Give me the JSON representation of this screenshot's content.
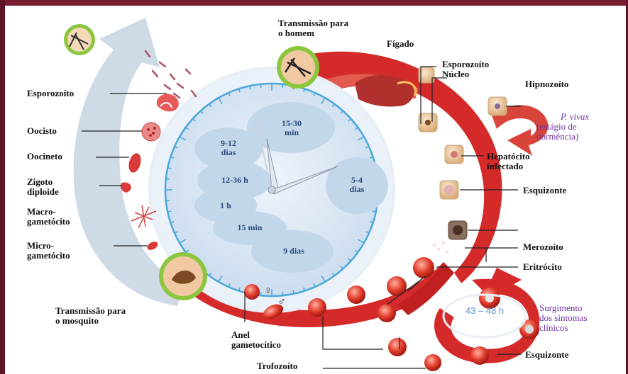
{
  "labels": {
    "transmissao_homem": "Transmissão para\no homem",
    "figado": "Fígado",
    "esporozoito_top": "Esporozoíto",
    "nucleo": "Núcleo",
    "hipnozoito": "Hipnozoíto",
    "p_vivax": "P. vivax",
    "dormencia": "(estágio    de\ndormência)",
    "hepatocito": "Hepatócito\ninfectado",
    "esquizonte_1": "Esquizonte",
    "merozoito": "Merozoíto",
    "eritrocito": "Eritrócito",
    "sintomas": "Surgimento\ndos sintomas\nclínicos",
    "esquizonte_2": "Esquizonte",
    "trofozoito": "Trofozoíto",
    "anel": "Anel\ngametocítico",
    "transmissao_mosquito": "Transmissão para\no mosquito",
    "esporozoito_left": "Esporozoíto",
    "oocisto": "Oocisto",
    "oocineto": "Oocineto",
    "zigoto": "Zigoto\ndiploide",
    "macro": "Macro-\ngametócito",
    "micro": "Micro-\ngametócito"
  },
  "clock": {
    "t1": "15-30\nmin",
    "t2": "9-12\ndias",
    "t3": "5-4\ndias",
    "t4": "12-36 h",
    "t5": "1 h",
    "t6": "15 min",
    "t7": "9 dias"
  },
  "cycle_time": "43 – 48 h",
  "symbols": {
    "female": "♀",
    "male": "♂"
  },
  "colors": {
    "red_arrow": "#d42a2a",
    "blue_arrow": "#c9d6e3",
    "clock_face": "#d8e6f3",
    "clock_ring": "#4aa8dc",
    "bubble": "#c3d7ea",
    "purple_text": "#6a33a6",
    "frame": "#7a1d33",
    "icon_ring": "#8cc63f"
  },
  "icons": [
    "mosquito-icon",
    "liver-icon",
    "cell-icon",
    "erythrocyte-icon",
    "clock-icon",
    "person-icon"
  ]
}
